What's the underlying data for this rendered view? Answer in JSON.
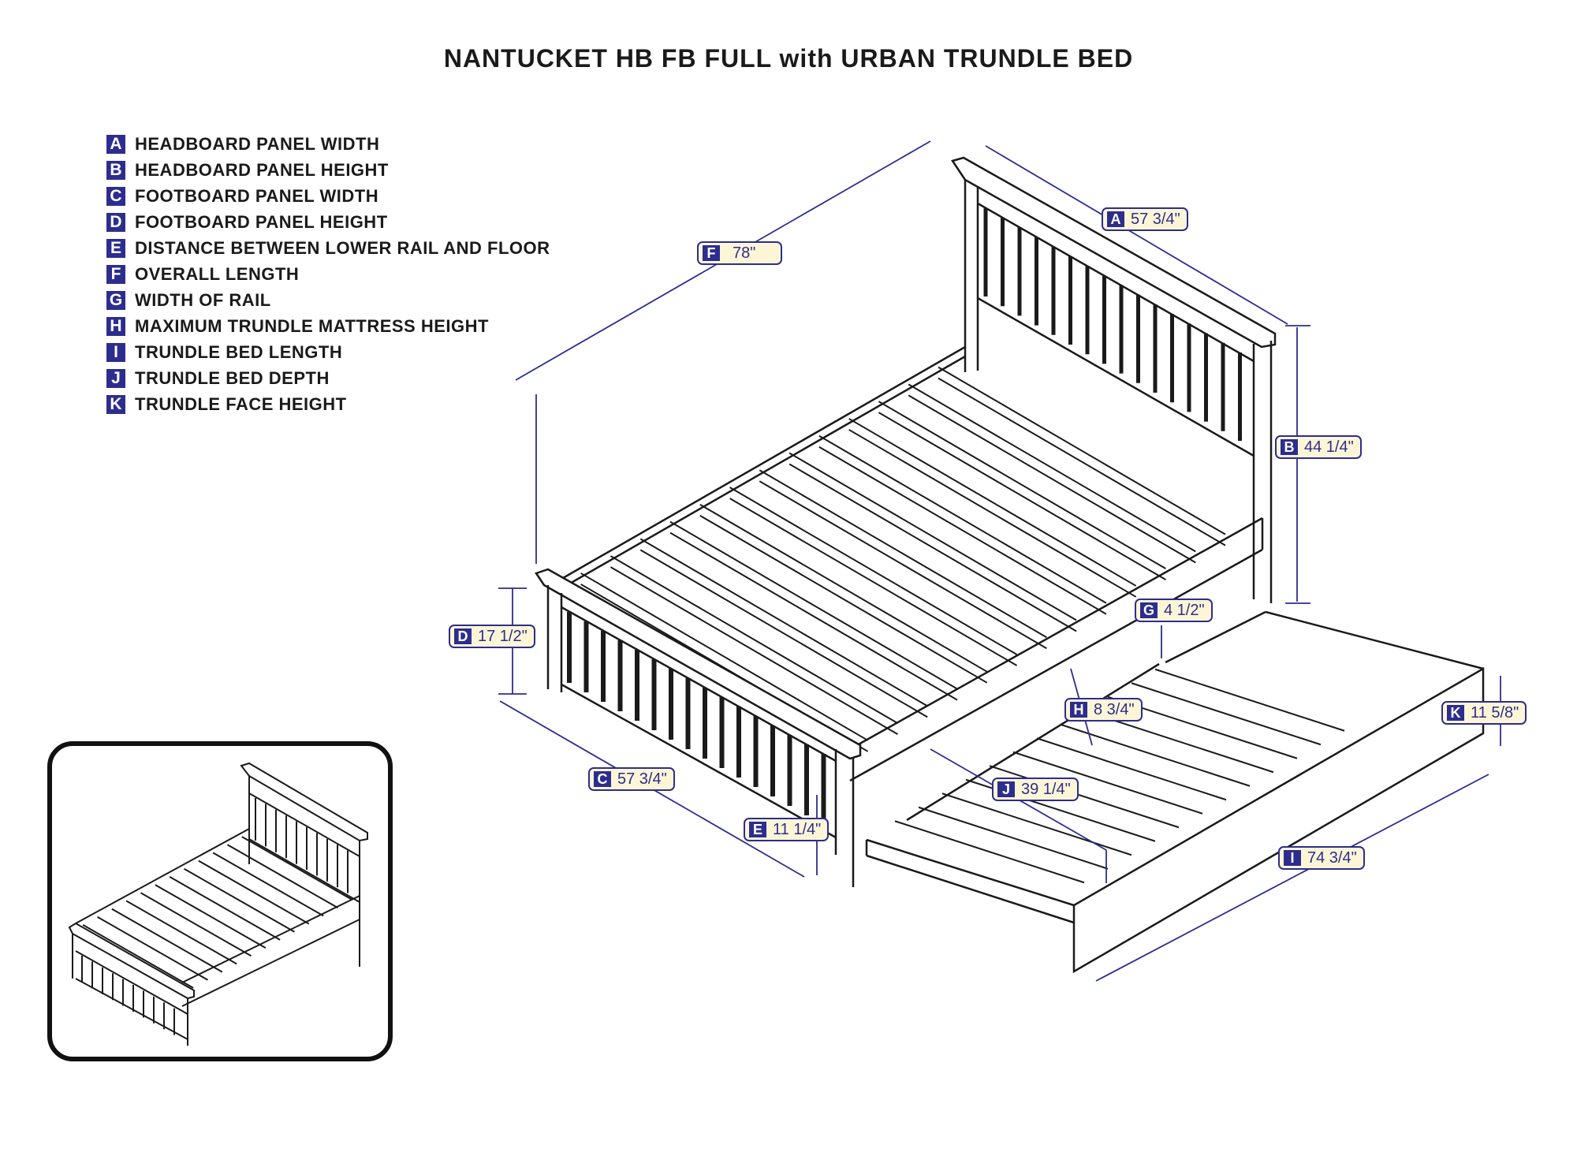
{
  "title": "NANTUCKET HB FB FULL with URBAN TRUNDLE BED",
  "legend": [
    {
      "letter": "A",
      "text": "HEADBOARD PANEL WIDTH"
    },
    {
      "letter": "B",
      "text": "HEADBOARD PANEL HEIGHT"
    },
    {
      "letter": "C",
      "text": "FOOTBOARD PANEL WIDTH"
    },
    {
      "letter": "D",
      "text": "FOOTBOARD PANEL HEIGHT"
    },
    {
      "letter": "E",
      "text": "DISTANCE BETWEEN LOWER RAIL AND FLOOR"
    },
    {
      "letter": "F",
      "text": "OVERALL LENGTH"
    },
    {
      "letter": "G",
      "text": "WIDTH OF RAIL"
    },
    {
      "letter": "H",
      "text": "MAXIMUM TRUNDLE MATTRESS HEIGHT"
    },
    {
      "letter": "I",
      "text": "TRUNDLE BED LENGTH"
    },
    {
      "letter": "J",
      "text": "TRUNDLE BED DEPTH"
    },
    {
      "letter": "K",
      "text": "TRUNDLE FACE HEIGHT"
    }
  ],
  "dimensions": {
    "A": {
      "letter": "A",
      "value": "57 3/4\""
    },
    "B": {
      "letter": "B",
      "value": "44 1/4\""
    },
    "C": {
      "letter": "C",
      "value": "57 3/4\""
    },
    "D": {
      "letter": "D",
      "value": "17 1/2\""
    },
    "E": {
      "letter": "E",
      "value": "11 1/4\""
    },
    "F": {
      "letter": "F",
      "value": "78\""
    },
    "G": {
      "letter": "G",
      "value": "4 1/2\""
    },
    "H": {
      "letter": "H",
      "value": "8 3/4\""
    },
    "I": {
      "letter": "I",
      "value": "74 3/4\""
    },
    "J": {
      "letter": "J",
      "value": "39 1/4\""
    },
    "K": {
      "letter": "K",
      "value": "11 5/8\""
    }
  },
  "colors": {
    "accent": "#2d2d8f",
    "label_bg": "#fdf6d6",
    "line": "#1a1a1a"
  }
}
